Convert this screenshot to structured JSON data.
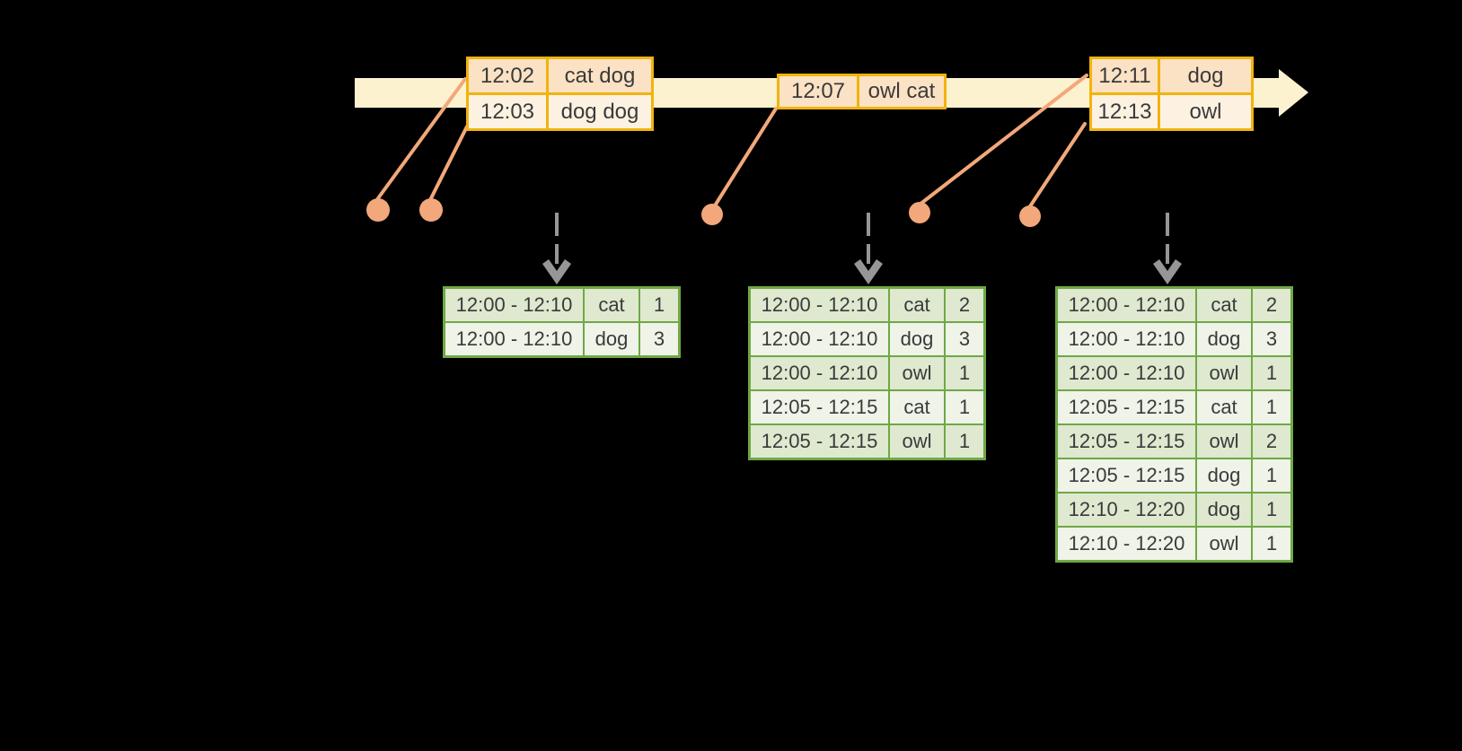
{
  "timeline": {
    "events": [
      {
        "rows": [
          {
            "time": "12:02",
            "words": "cat dog"
          },
          {
            "time": "12:03",
            "words": "dog dog"
          }
        ]
      },
      {
        "rows": [
          {
            "time": "12:07",
            "words": "owl cat"
          }
        ]
      },
      {
        "rows": [
          {
            "time": "12:11",
            "words": "dog"
          },
          {
            "time": "12:13",
            "words": "owl"
          }
        ]
      }
    ]
  },
  "result_tables": [
    {
      "rows": [
        {
          "window": "12:00 - 12:10",
          "word": "cat",
          "count": "1"
        },
        {
          "window": "12:00 - 12:10",
          "word": "dog",
          "count": "3"
        }
      ]
    },
    {
      "rows": [
        {
          "window": "12:00 - 12:10",
          "word": "cat",
          "count": "2"
        },
        {
          "window": "12:00 - 12:10",
          "word": "dog",
          "count": "3"
        },
        {
          "window": "12:00 - 12:10",
          "word": "owl",
          "count": "1"
        },
        {
          "window": "12:05 - 12:15",
          "word": "cat",
          "count": "1"
        },
        {
          "window": "12:05 - 12:15",
          "word": "owl",
          "count": "1"
        }
      ]
    },
    {
      "rows": [
        {
          "window": "12:00 - 12:10",
          "word": "cat",
          "count": "2"
        },
        {
          "window": "12:00 - 12:10",
          "word": "dog",
          "count": "3"
        },
        {
          "window": "12:00 - 12:10",
          "word": "owl",
          "count": "1"
        },
        {
          "window": "12:05 - 12:15",
          "word": "cat",
          "count": "1"
        },
        {
          "window": "12:05 - 12:15",
          "word": "owl",
          "count": "2"
        },
        {
          "window": "12:05 - 12:15",
          "word": "dog",
          "count": "1"
        },
        {
          "window": "12:10 - 12:20",
          "word": "dog",
          "count": "1"
        },
        {
          "window": "12:10 - 12:20",
          "word": "owl",
          "count": "1"
        }
      ]
    },
    {}
  ],
  "colors": {
    "background": "#000000",
    "timeline_band": "#FCF2CF",
    "event_border": "#F1B30E",
    "event_row_peach": "#FBE2C4",
    "event_row_cream": "#FDF2E2",
    "dot_salmon": "#F2A87A",
    "table_border_green": "#6FA845",
    "table_row_dark": "#DEE9D0",
    "table_row_light": "#EFF3E8",
    "trigger_arrow_gray": "#969696",
    "text": "#3A3A3A"
  }
}
